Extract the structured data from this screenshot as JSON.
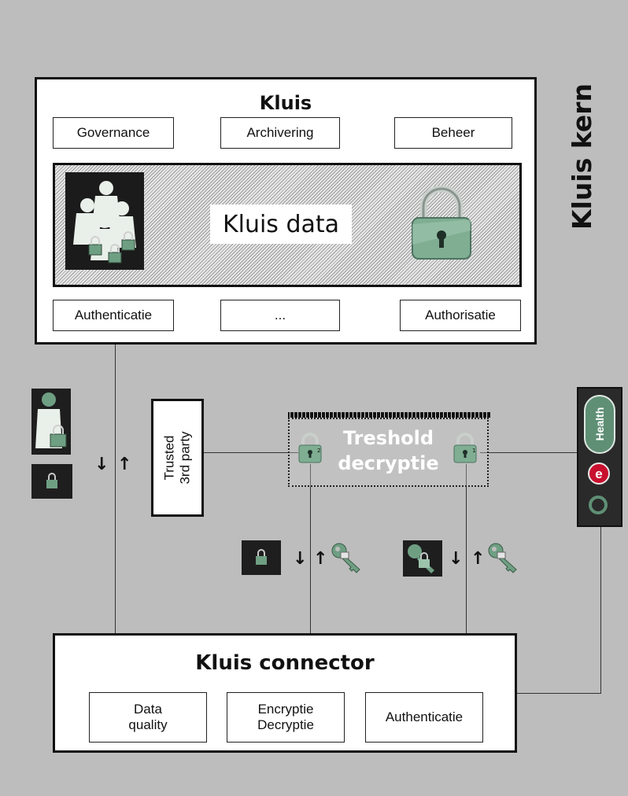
{
  "vault": {
    "title": "Kluis",
    "top_modules": [
      "Governance",
      "Archivering",
      "Beheer"
    ],
    "data_label": "Kluis data",
    "bottom_modules": [
      "Authenticatie",
      "...",
      "Authorisatie"
    ]
  },
  "side_label": "Kluis kern",
  "trusted_party": "Trusted\n3rd party",
  "threshold": {
    "line1": "Treshold",
    "line2": "decryptie"
  },
  "ehealth": {
    "word": "Health",
    "letter": "e"
  },
  "connector": {
    "title": "Kluis connector",
    "modules": [
      "Data\nquality",
      "Encryptie\nDecryptie",
      "Authenticatie"
    ]
  },
  "arrows": {
    "down": "↓",
    "up": "↑"
  },
  "icons": [
    "people-lock-icon",
    "padlock-icon",
    "person-lock-icon",
    "lock-tile-icon",
    "key-icon",
    "key-lock-tile-icon"
  ],
  "colors": {
    "background": "#bdbdbd",
    "lock_green": "#7fae92",
    "ehealth_green": "#5f8f75",
    "ehealth_red": "#c8102e"
  }
}
